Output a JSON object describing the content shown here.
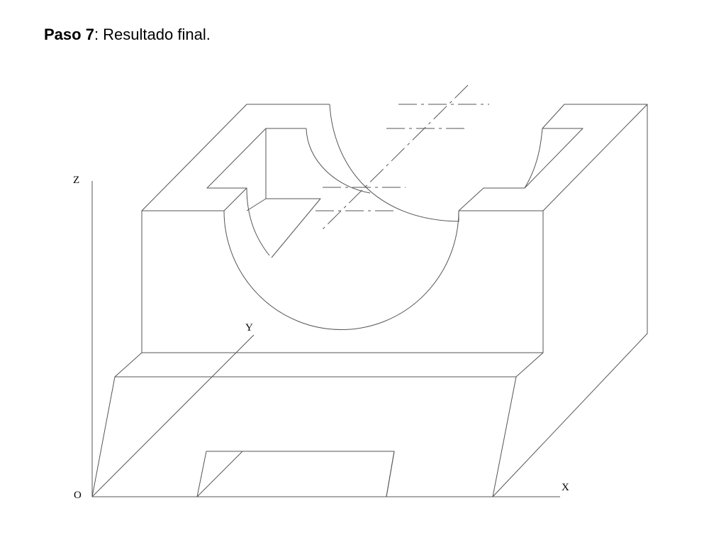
{
  "title": {
    "step": "Paso 7",
    "separator": ": ",
    "text": "Resultado final."
  },
  "axes": {
    "origin": "O",
    "x": "X",
    "y": "Y",
    "z": "Z"
  },
  "colors": {
    "line": "#555555",
    "axis": "#555555",
    "text": "#000000"
  }
}
